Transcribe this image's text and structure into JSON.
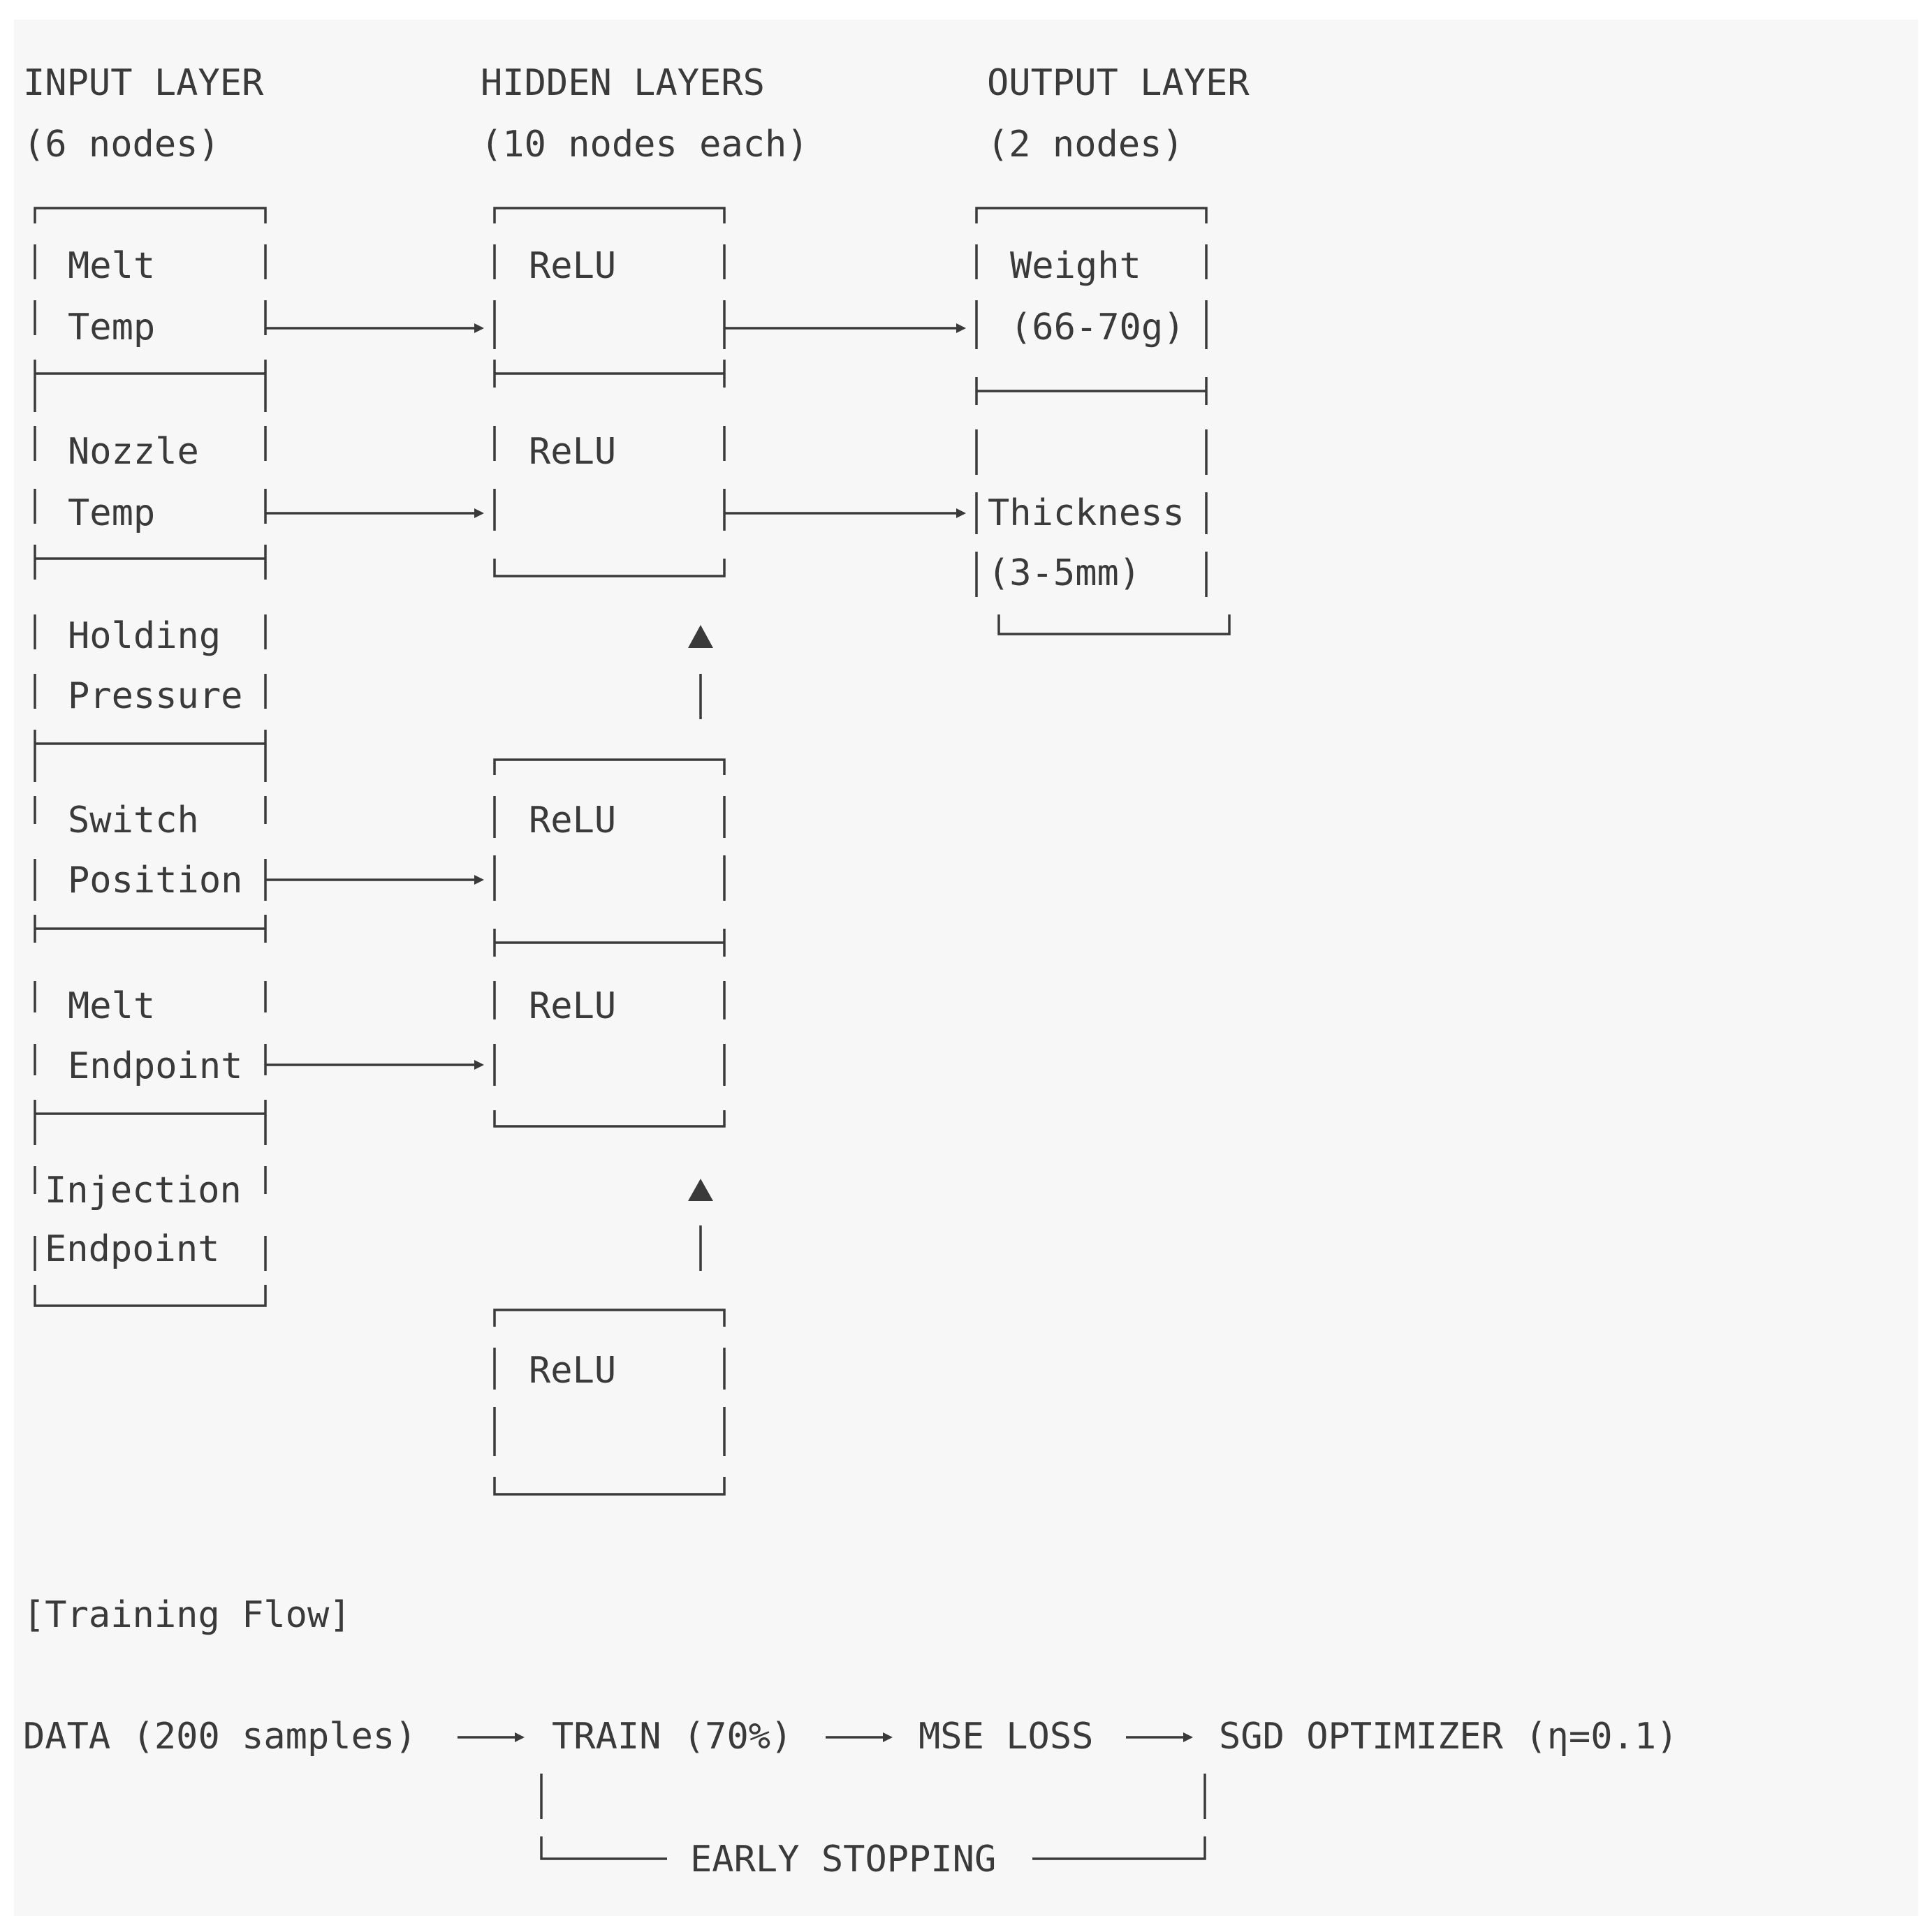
{
  "colors": {
    "background": "#f7f7f7",
    "ink": "#3a3a3a"
  },
  "headers": {
    "input_title": "INPUT LAYER",
    "input_sub": "(6 nodes)",
    "hidden_title": "HIDDEN LAYERS",
    "hidden_sub": "(10 nodes each)",
    "output_title": "OUTPUT LAYER",
    "output_sub": "(2 nodes)"
  },
  "input_nodes": [
    {
      "line1": "Melt",
      "line2": "Temp"
    },
    {
      "line1": "Nozzle",
      "line2": "Temp"
    },
    {
      "line1": "Holding",
      "line2": "Pressure"
    },
    {
      "line1": "Switch",
      "line2": "Position"
    },
    {
      "line1": "Melt",
      "line2": "Endpoint"
    },
    {
      "line1": "Injection",
      "line2": "Endpoint"
    }
  ],
  "hidden_nodes": [
    "ReLU",
    "ReLU",
    "ReLU",
    "ReLU",
    "ReLU"
  ],
  "output_nodes": [
    {
      "line1": "Weight",
      "line2": "(66-70g)"
    },
    {
      "line1": "Thickness",
      "line2": "(3-5mm)"
    }
  ],
  "training": {
    "title": "[Training Flow]",
    "data": "DATA (200 samples)",
    "train": "TRAIN (70%)",
    "loss": "MSE LOSS",
    "optimizer": "SGD OPTIMIZER (η=0.1)",
    "early_stopping": "EARLY STOPPING"
  }
}
